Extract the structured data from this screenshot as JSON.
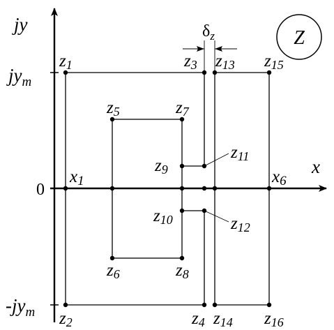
{
  "axes": {
    "y_label": "jy",
    "x_label": "x",
    "origin_label": "0",
    "y_top": {
      "base": "jy",
      "sub": "m"
    },
    "y_bottom": {
      "base": "-jy",
      "sub": "m"
    },
    "x1": {
      "base": "x",
      "sub": "1"
    },
    "x6": {
      "base": "x",
      "sub": "6"
    }
  },
  "delta": {
    "base": "δ",
    "sub": "z"
  },
  "circle_label": "Z",
  "nodes": {
    "z1": {
      "base": "z",
      "sub": "1"
    },
    "z2": {
      "base": "z",
      "sub": "2"
    },
    "z3": {
      "base": "z",
      "sub": "3"
    },
    "z4": {
      "base": "z",
      "sub": "4"
    },
    "z5": {
      "base": "z",
      "sub": "5"
    },
    "z6": {
      "base": "z",
      "sub": "6"
    },
    "z7": {
      "base": "z",
      "sub": "7"
    },
    "z8": {
      "base": "z",
      "sub": "8"
    },
    "z9": {
      "base": "z",
      "sub": "9"
    },
    "z10": {
      "base": "z",
      "sub": "10"
    },
    "z11": {
      "base": "z",
      "sub": "11"
    },
    "z12": {
      "base": "z",
      "sub": "12"
    },
    "z13": {
      "base": "z",
      "sub": "13"
    },
    "z14": {
      "base": "z",
      "sub": "14"
    },
    "z15": {
      "base": "z",
      "sub": "15"
    },
    "z16": {
      "base": "z",
      "sub": "16"
    }
  }
}
